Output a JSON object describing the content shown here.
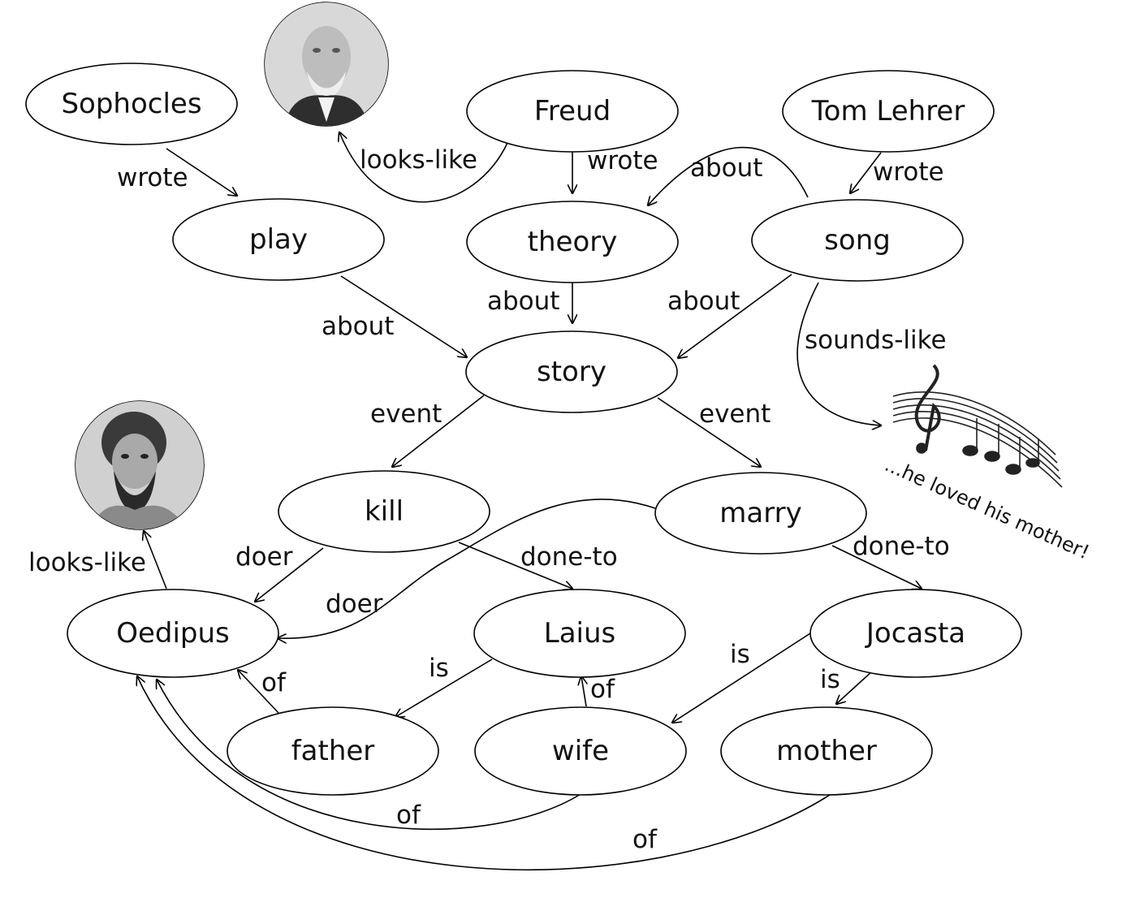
{
  "nodes": {
    "sophocles": "Sophocles",
    "freud": "Freud",
    "tom_lehrer": "Tom Lehrer",
    "play": "play",
    "theory": "theory",
    "song": "song",
    "story": "story",
    "kill": "kill",
    "marry": "marry",
    "oedipus": "Oedipus",
    "laius": "Laius",
    "jocasta": "Jocasta",
    "father": "father",
    "wife": "wife",
    "mother": "mother"
  },
  "edges": {
    "sophocles_wrote": "wrote",
    "freud_looks_like": "looks-like",
    "freud_wrote": "wrote",
    "song_about_theory": "about",
    "tom_wrote": "wrote",
    "play_about": "about",
    "theory_about": "about",
    "song_about_story": "about",
    "song_sounds_like": "sounds-like",
    "story_event_kill": "event",
    "story_event_marry": "event",
    "oedipus_looks_like": "looks-like",
    "kill_doer": "doer",
    "kill_done_to": "done-to",
    "marry_doer": "doer",
    "marry_done_to": "done-to",
    "laius_is": "is",
    "jocasta_is_wife": "is",
    "jocasta_is_mother": "is",
    "father_of": "of",
    "wife_of_laius": "of",
    "wife_of_oedipus": "of",
    "mother_of": "of"
  },
  "song_caption": "...he loved his mother!",
  "images": {
    "freud_portrait": "Freud portrait photo",
    "oedipus_portrait": "Oedipus actor portrait photo",
    "music_notes": "music-notes-icon"
  }
}
